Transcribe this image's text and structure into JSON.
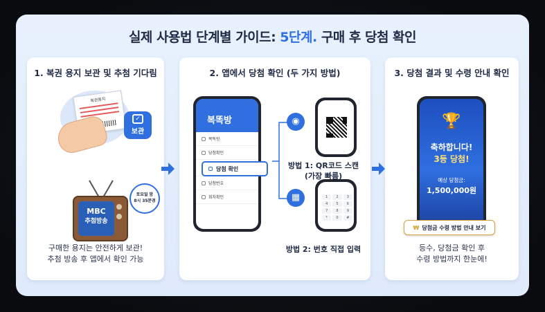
{
  "title": {
    "prefix": "실제 사용법 단계별 가이드: ",
    "accent": "5단계.",
    "suffix": " 구매 후 당첨 확인"
  },
  "step1": {
    "title": "1. 복권 용지 보관 및 추첨 기다림",
    "ticket_label": "복권용지",
    "badge_label": "보관",
    "tv_text_line1": "MBC",
    "tv_text_line2": "추첨방송",
    "clock_line1": "토요일 밤",
    "clock_line2": "8시 35분경",
    "caption_line1": "구매한 용지는 안전하게 보관!",
    "caption_line2": "추첨 방송 후 앱에서 확인 가능"
  },
  "step2": {
    "title": "2. 앱에서 당첨 확인 (두 가지 방법)",
    "app_name": "복똑방",
    "menu_items": [
      "복똑방",
      "당첨확인",
      "당첨 확인",
      "당첨번호",
      "회차확인"
    ],
    "highlight_label": "당첨 확인",
    "method1_line1": "방법 1: QR코드 스캔",
    "method1_line2": "(가장 빠름)",
    "method2": "방법 2: 번호 직접 입력",
    "keypad": [
      "1",
      "2",
      "3",
      "4",
      "5",
      "6",
      "7",
      "8",
      "9",
      "*",
      "0",
      "#"
    ]
  },
  "step3": {
    "title": "3. 당첨 결과 및 수령 안내 확인",
    "congrats": "축하합니다!",
    "rank": "3등 당첨!",
    "amount_label": "예상 당첨금:",
    "amount": "1,500,000원",
    "guide_button": "당첨금 수령 방법 안내 보기",
    "caption_line1": "등수, 당첨금 확인 후",
    "caption_line2": "수령 방법까지 한눈에!"
  },
  "colors": {
    "accent": "#2f6fe0",
    "card_bg": "#e8f1fd",
    "tv_body": "#8a5a36"
  }
}
